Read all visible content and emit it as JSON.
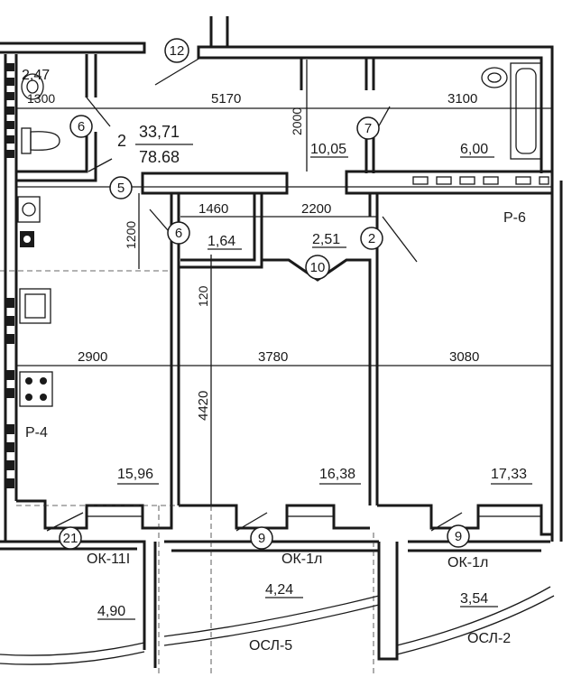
{
  "apartment": {
    "number": "2",
    "living_area": "33,71",
    "total_area": "78.68"
  },
  "rooms": [
    {
      "id": "bath-small",
      "area": "2,47"
    },
    {
      "id": "corridor",
      "area": "10,05"
    },
    {
      "id": "bathroom",
      "area": "6,00"
    },
    {
      "id": "wc",
      "area": "1,64"
    },
    {
      "id": "hall",
      "area": "2,51"
    },
    {
      "id": "kitchen",
      "area": "15,96"
    },
    {
      "id": "room-mid",
      "area": "16,38"
    },
    {
      "id": "room-right",
      "area": "17,33"
    },
    {
      "id": "balcony-left",
      "area": "4,90"
    },
    {
      "id": "balcony-mid",
      "area": "4,24"
    },
    {
      "id": "balcony-right",
      "area": "3,54"
    }
  ],
  "dimensions": [
    "1300",
    "5170",
    "3100",
    "2000",
    "1460",
    "2200",
    "1200",
    "120",
    "2900",
    "3780",
    "3080",
    "4420"
  ],
  "markers": [
    "12",
    "6",
    "7",
    "5",
    "6",
    "10",
    "2",
    "21",
    "9",
    "9"
  ],
  "labels": {
    "p4": "Р-4",
    "p6": "Р-6",
    "ok_left": "ОК-11І",
    "ok_mid": "ОК-1л",
    "ok_right": "ОК-1л",
    "osl5": "ОСЛ-5",
    "osl2": "ОСЛ-2"
  }
}
